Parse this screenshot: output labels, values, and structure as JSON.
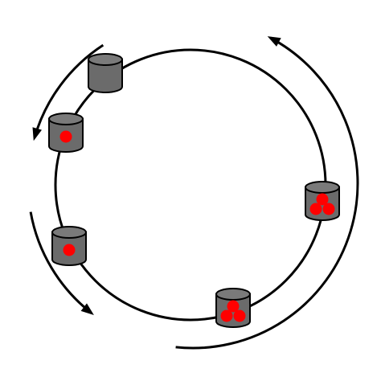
{
  "colors": {
    "background": "#ffffff",
    "line": "#000000",
    "container_fill": "#6b6b6b",
    "container_top": "#7a7a7a",
    "container_stroke": "#000000",
    "dot": "#ff0000"
  },
  "inner_ring": {
    "shape": "circle"
  },
  "outer_arrow": {
    "shape": "arc",
    "direction": "counter-clockwise",
    "segments": 3
  },
  "containers": [
    {
      "name": "container-top-left",
      "dots": 0
    },
    {
      "name": "container-upper-left",
      "dots": 1
    },
    {
      "name": "container-lower-left",
      "dots": 1
    },
    {
      "name": "container-bottom",
      "dots": 3
    },
    {
      "name": "container-right",
      "dots": 3
    }
  ]
}
